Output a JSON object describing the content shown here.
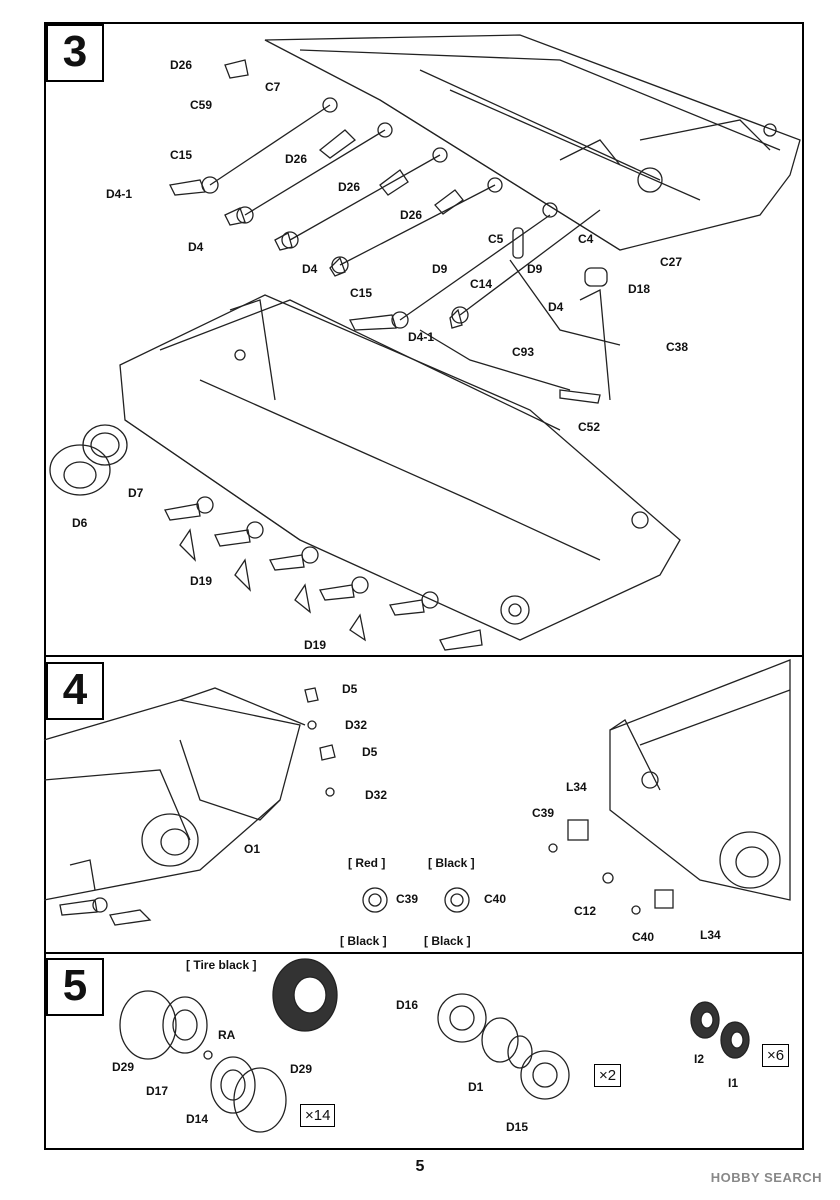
{
  "page_number": "5",
  "watermark": "HOBBY SEARCH",
  "steps": [
    {
      "number": "3"
    },
    {
      "number": "4"
    },
    {
      "number": "5"
    }
  ],
  "step3_labels": {
    "d26a": "D26",
    "c7": "C7",
    "c59": "C59",
    "c15a": "C15",
    "d26b": "D26",
    "d26c": "D26",
    "d4_1a": "D4-1",
    "d4a": "D4",
    "d26d": "D26",
    "c5": "C5",
    "c4": "C4",
    "c27": "C27",
    "d4b": "D4",
    "d9a": "D9",
    "d9b": "D9",
    "c14": "C14",
    "d18": "D18",
    "c15b": "C15",
    "d4c": "D4",
    "d4_1b": "D4-1",
    "c93": "C93",
    "c38": "C38",
    "c52": "C52",
    "d7": "D7",
    "d6": "D6",
    "d19a": "D19",
    "d19b": "D19"
  },
  "step4_labels": {
    "d5a": "D5",
    "d32a": "D32",
    "d5b": "D5",
    "d32b": "D32",
    "o1": "O1",
    "red": "[ Red ]",
    "black1": "[ Black ]",
    "c39a": "C39",
    "black_top": "[ Black ]",
    "black2": "[ Black ]",
    "c40a": "C40",
    "l34a": "L34",
    "c39b": "C39",
    "c12": "C12",
    "c40b": "C40",
    "l34b": "L34"
  },
  "step5_labels": {
    "tire_black": "[ Tire black ]",
    "d29a": "D29",
    "d17": "D17",
    "ra": "RA",
    "d14": "D14",
    "d29b": "D29",
    "qty14": "×14",
    "d16": "D16",
    "d1": "D1",
    "d15": "D15",
    "qty2": "×2",
    "i2": "I2",
    "i1": "I1",
    "qty6": "×6"
  }
}
